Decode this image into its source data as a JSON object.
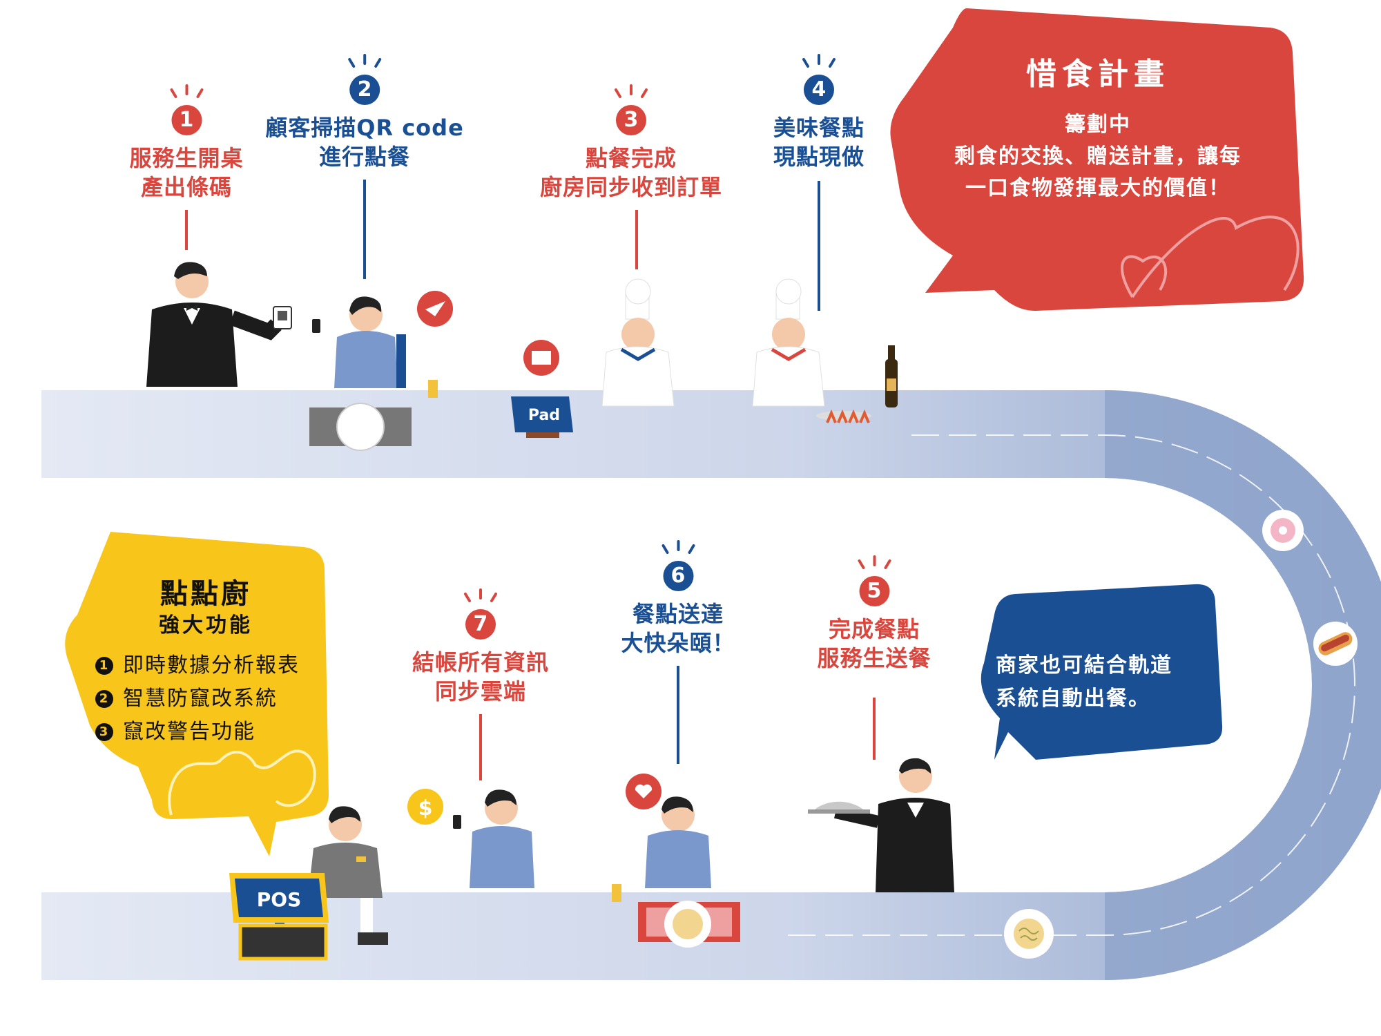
{
  "steps": [
    {
      "num": "1",
      "lines": [
        "服務生開桌",
        "產出條碼"
      ],
      "color": "red"
    },
    {
      "num": "2",
      "lines": [
        "顧客掃描QR code",
        "進行點餐"
      ],
      "color": "blue"
    },
    {
      "num": "3",
      "lines": [
        "點餐完成",
        "廚房同步收到訂單"
      ],
      "color": "red"
    },
    {
      "num": "4",
      "lines": [
        "美味餐點",
        "現點現做"
      ],
      "color": "blue"
    },
    {
      "num": "5",
      "lines": [
        "完成餐點",
        "服務生送餐"
      ],
      "color": "red"
    },
    {
      "num": "6",
      "lines": [
        "餐點送達",
        "大快朵頤！"
      ],
      "color": "blue"
    },
    {
      "num": "7",
      "lines": [
        "結帳所有資訊",
        "同步雲端"
      ],
      "color": "red"
    }
  ],
  "red_bubble": {
    "title": "惜食計畫",
    "lines": [
      "籌劃中",
      "剩食的交換、贈送計畫，讓每",
      "一口食物發揮最大的價值！"
    ]
  },
  "blue_bubble": {
    "lines": [
      "商家也可結合軌道",
      "系統自動出餐。"
    ]
  },
  "yellow_bubble": {
    "title": "點點廚",
    "subtitle": "強大功能",
    "features": [
      {
        "num": "1",
        "text": "即時數據分析報表"
      },
      {
        "num": "2",
        "text": "智慧防竄改系統"
      },
      {
        "num": "3",
        "text": "竄改警告功能"
      }
    ]
  },
  "devices": {
    "pad": "Pad",
    "pos": "POS"
  },
  "colors": {
    "red": "#d9463e",
    "blue": "#1a4f94",
    "yellow": "#f8c51a",
    "track": "#8fa4cb"
  }
}
